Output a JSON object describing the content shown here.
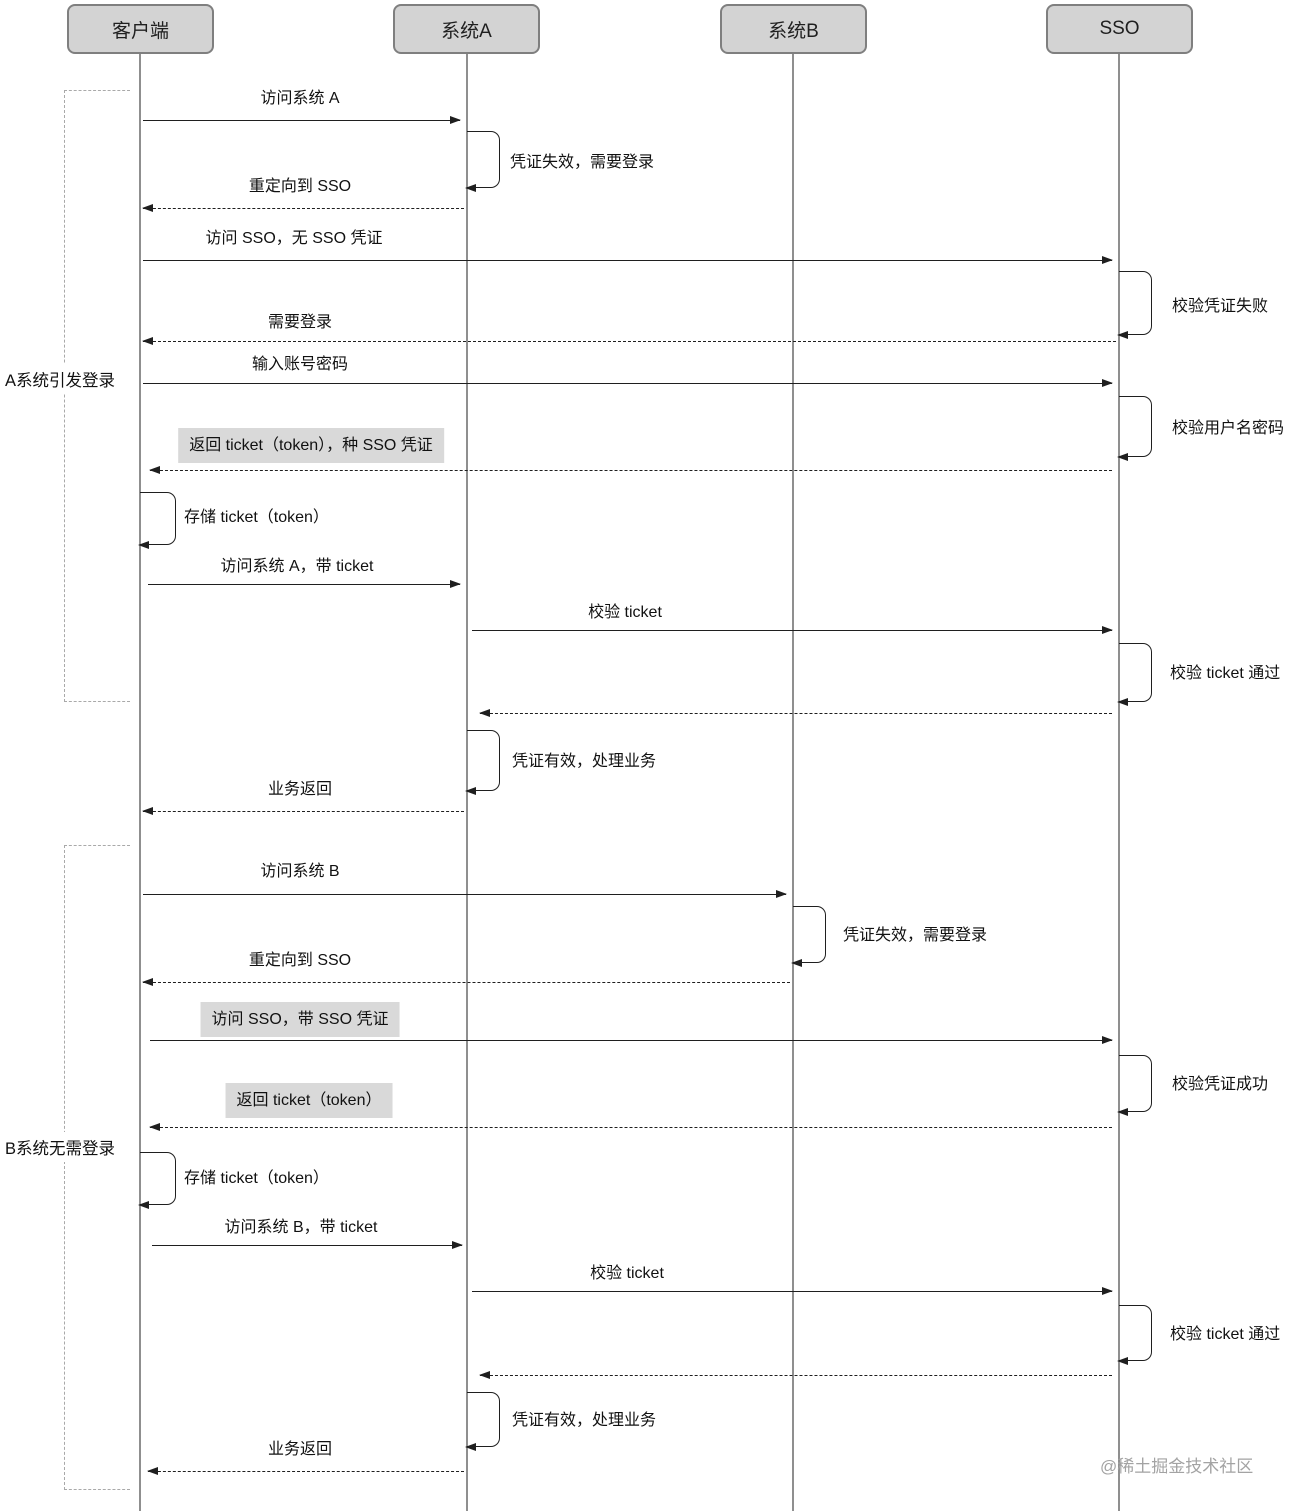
{
  "diagram": {
    "actors": [
      {
        "label": "客户端"
      },
      {
        "label": "系统A"
      },
      {
        "label": "系统B"
      },
      {
        "label": "SSO"
      }
    ],
    "annotations": [
      {
        "label": "A系统引发登录"
      },
      {
        "label": "B系统无需登录"
      }
    ],
    "messages": [
      {
        "label": "访问系统 A"
      },
      {
        "label": "凭证失效，需要登录"
      },
      {
        "label": "重定向到 SSO"
      },
      {
        "label": "访问 SSO，无 SSO 凭证"
      },
      {
        "label": "校验凭证失败"
      },
      {
        "label": "需要登录"
      },
      {
        "label": "输入账号密码"
      },
      {
        "label": "校验用户名密码"
      },
      {
        "label": "返回 ticket（token），种 SSO 凭证"
      },
      {
        "label": "存储 ticket（token）"
      },
      {
        "label": "访问系统 A，带 ticket"
      },
      {
        "label": "校验 ticket"
      },
      {
        "label": "校验 ticket 通过"
      },
      {
        "label": "凭证有效，处理业务"
      },
      {
        "label": "业务返回"
      },
      {
        "label": "访问系统 B"
      },
      {
        "label": "凭证失效，需要登录"
      },
      {
        "label": "重定向到 SSO"
      },
      {
        "label": "访问 SSO，带 SSO 凭证"
      },
      {
        "label": "校验凭证成功"
      },
      {
        "label": "返回 ticket（token）"
      },
      {
        "label": "存储 ticket（token）"
      },
      {
        "label": "访问系统 B，带 ticket"
      },
      {
        "label": "校验 ticket"
      },
      {
        "label": "校验 ticket 通过"
      },
      {
        "label": "凭证有效，处理业务"
      },
      {
        "label": "业务返回"
      }
    ],
    "watermark": "@稀土掘金技术社区"
  }
}
